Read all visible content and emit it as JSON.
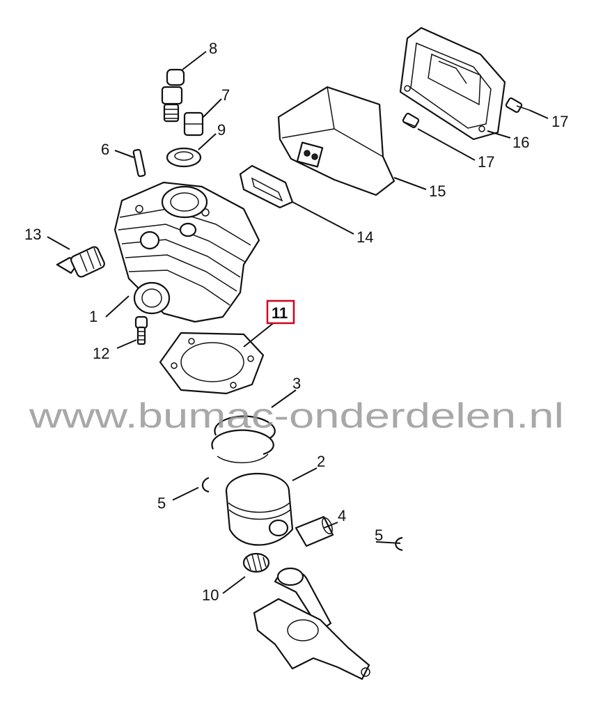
{
  "watermark": "www.bumac-onderdelen.nl",
  "highlight_color": "#d0021b",
  "callouts": [
    {
      "id": "c1",
      "label": "1"
    },
    {
      "id": "c2",
      "label": "2"
    },
    {
      "id": "c3",
      "label": "3"
    },
    {
      "id": "c4",
      "label": "4"
    },
    {
      "id": "c5a",
      "label": "5"
    },
    {
      "id": "c5b",
      "label": "5"
    },
    {
      "id": "c6",
      "label": "6"
    },
    {
      "id": "c7",
      "label": "7"
    },
    {
      "id": "c8",
      "label": "8"
    },
    {
      "id": "c9",
      "label": "9"
    },
    {
      "id": "c10",
      "label": "10"
    },
    {
      "id": "c11",
      "label": "11",
      "highlighted": true
    },
    {
      "id": "c12",
      "label": "12"
    },
    {
      "id": "c13",
      "label": "13"
    },
    {
      "id": "c14",
      "label": "14"
    },
    {
      "id": "c15",
      "label": "15"
    },
    {
      "id": "c16",
      "label": "16"
    },
    {
      "id": "c17a",
      "label": "17"
    },
    {
      "id": "c17b",
      "label": "17"
    }
  ]
}
